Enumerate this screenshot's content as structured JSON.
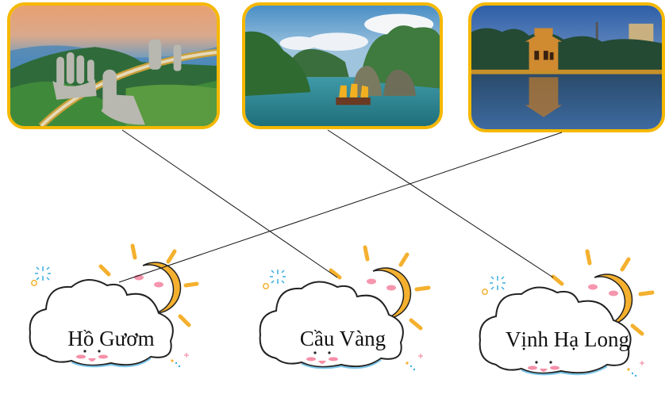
{
  "images": [
    {
      "name": "Cầu Vàng (Golden Bridge)",
      "description": "golden-bridge-stone-hands-photo"
    },
    {
      "name": "Vịnh Hạ Long (Ha Long Bay)",
      "description": "ha-long-bay-junk-boat-photo"
    },
    {
      "name": "Hồ Gươm (Hoan Kiem Lake)",
      "description": "turtle-tower-lake-night-photo"
    }
  ],
  "labels": [
    {
      "text": "Hồ Gươm"
    },
    {
      "text": "Cầu Vàng"
    },
    {
      "text": "Vịnh Hạ Long"
    }
  ],
  "connections": [
    {
      "from_image": 0,
      "to_label": 1
    },
    {
      "from_image": 1,
      "to_label": 2
    },
    {
      "from_image": 2,
      "to_label": 0
    }
  ],
  "colors": {
    "frame": "#f5b800",
    "sun": "#f4b02e",
    "cheek": "#f47c9a",
    "sparkle": "#3aaee0",
    "line": "#111111"
  }
}
